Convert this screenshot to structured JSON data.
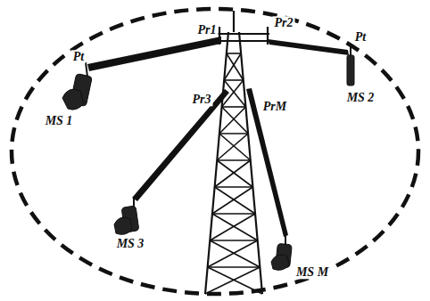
{
  "diagram": {
    "labels": [
      "Pt",
      "Pr1",
      "Pr2",
      "Pt",
      "Pr3",
      "PrM",
      "MS 1",
      "MS 2",
      "MS 3",
      "MS M"
    ]
  }
}
